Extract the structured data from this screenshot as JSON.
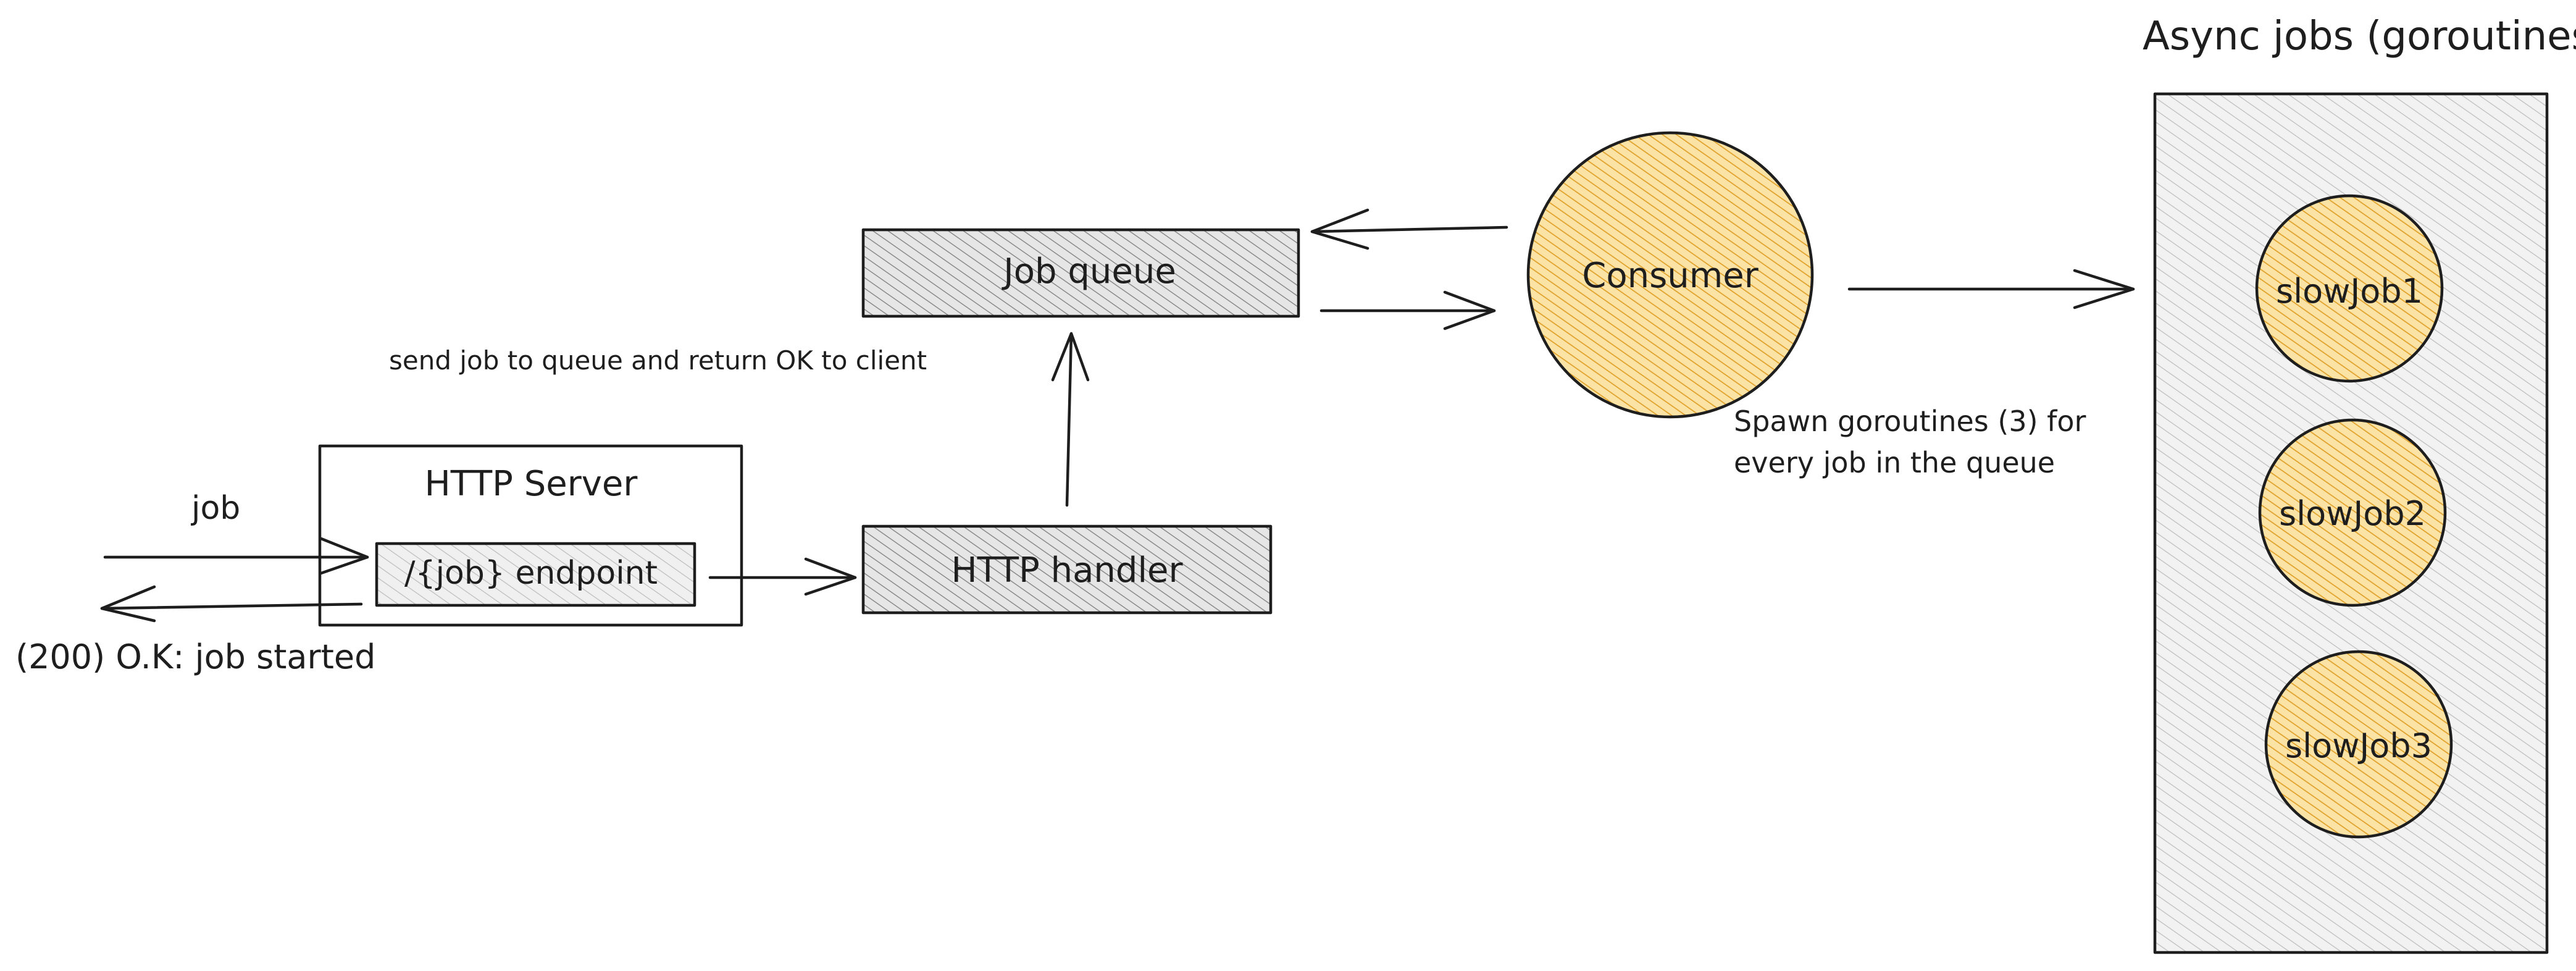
{
  "nodes": {
    "async_jobs_title": "Async jobs (goroutines)",
    "http_server": "HTTP Server",
    "job_endpoint": "/{job} endpoint",
    "http_handler": "HTTP handler",
    "job_queue": "Job queue",
    "consumer": "Consumer",
    "slow_job_1": "slowJob1",
    "slow_job_2": "slowJob2",
    "slow_job_3": "slowJob3"
  },
  "annotations": {
    "job_request": "job",
    "job_response": "(200) O.K: job started",
    "send_to_queue": "send job to queue and return OK to client",
    "spawn_line_1": "Spawn goroutines (3) for",
    "spawn_line_2": "every job in the queue"
  },
  "colors": {
    "stroke": "#1e1e1e",
    "gray_fill": "#cfcfcf",
    "yellow_fill": "#f0b940",
    "light_gray_fill": "#dcdcdc"
  }
}
